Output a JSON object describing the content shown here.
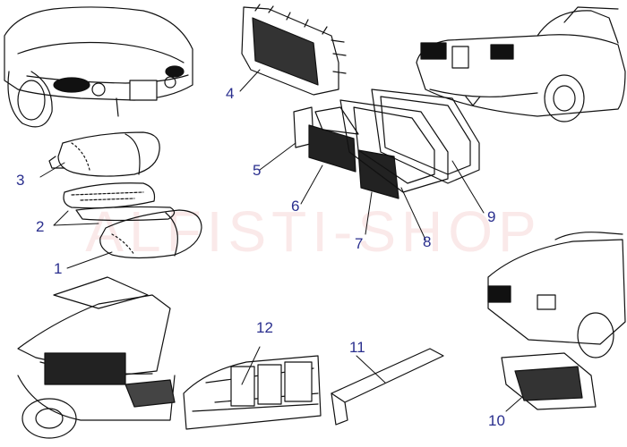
{
  "watermark": "ALFISTI-SHOP",
  "callouts": {
    "c1": "1",
    "c2": "2",
    "c3": "3",
    "c4": "4",
    "c5": "5",
    "c6": "6",
    "c7": "7",
    "c8": "8",
    "c9": "9",
    "c10": "10",
    "c11": "11",
    "c12": "12"
  },
  "colors": {
    "line": "#111111",
    "callout": "#2a2f8e",
    "watermark": "#e07878"
  }
}
